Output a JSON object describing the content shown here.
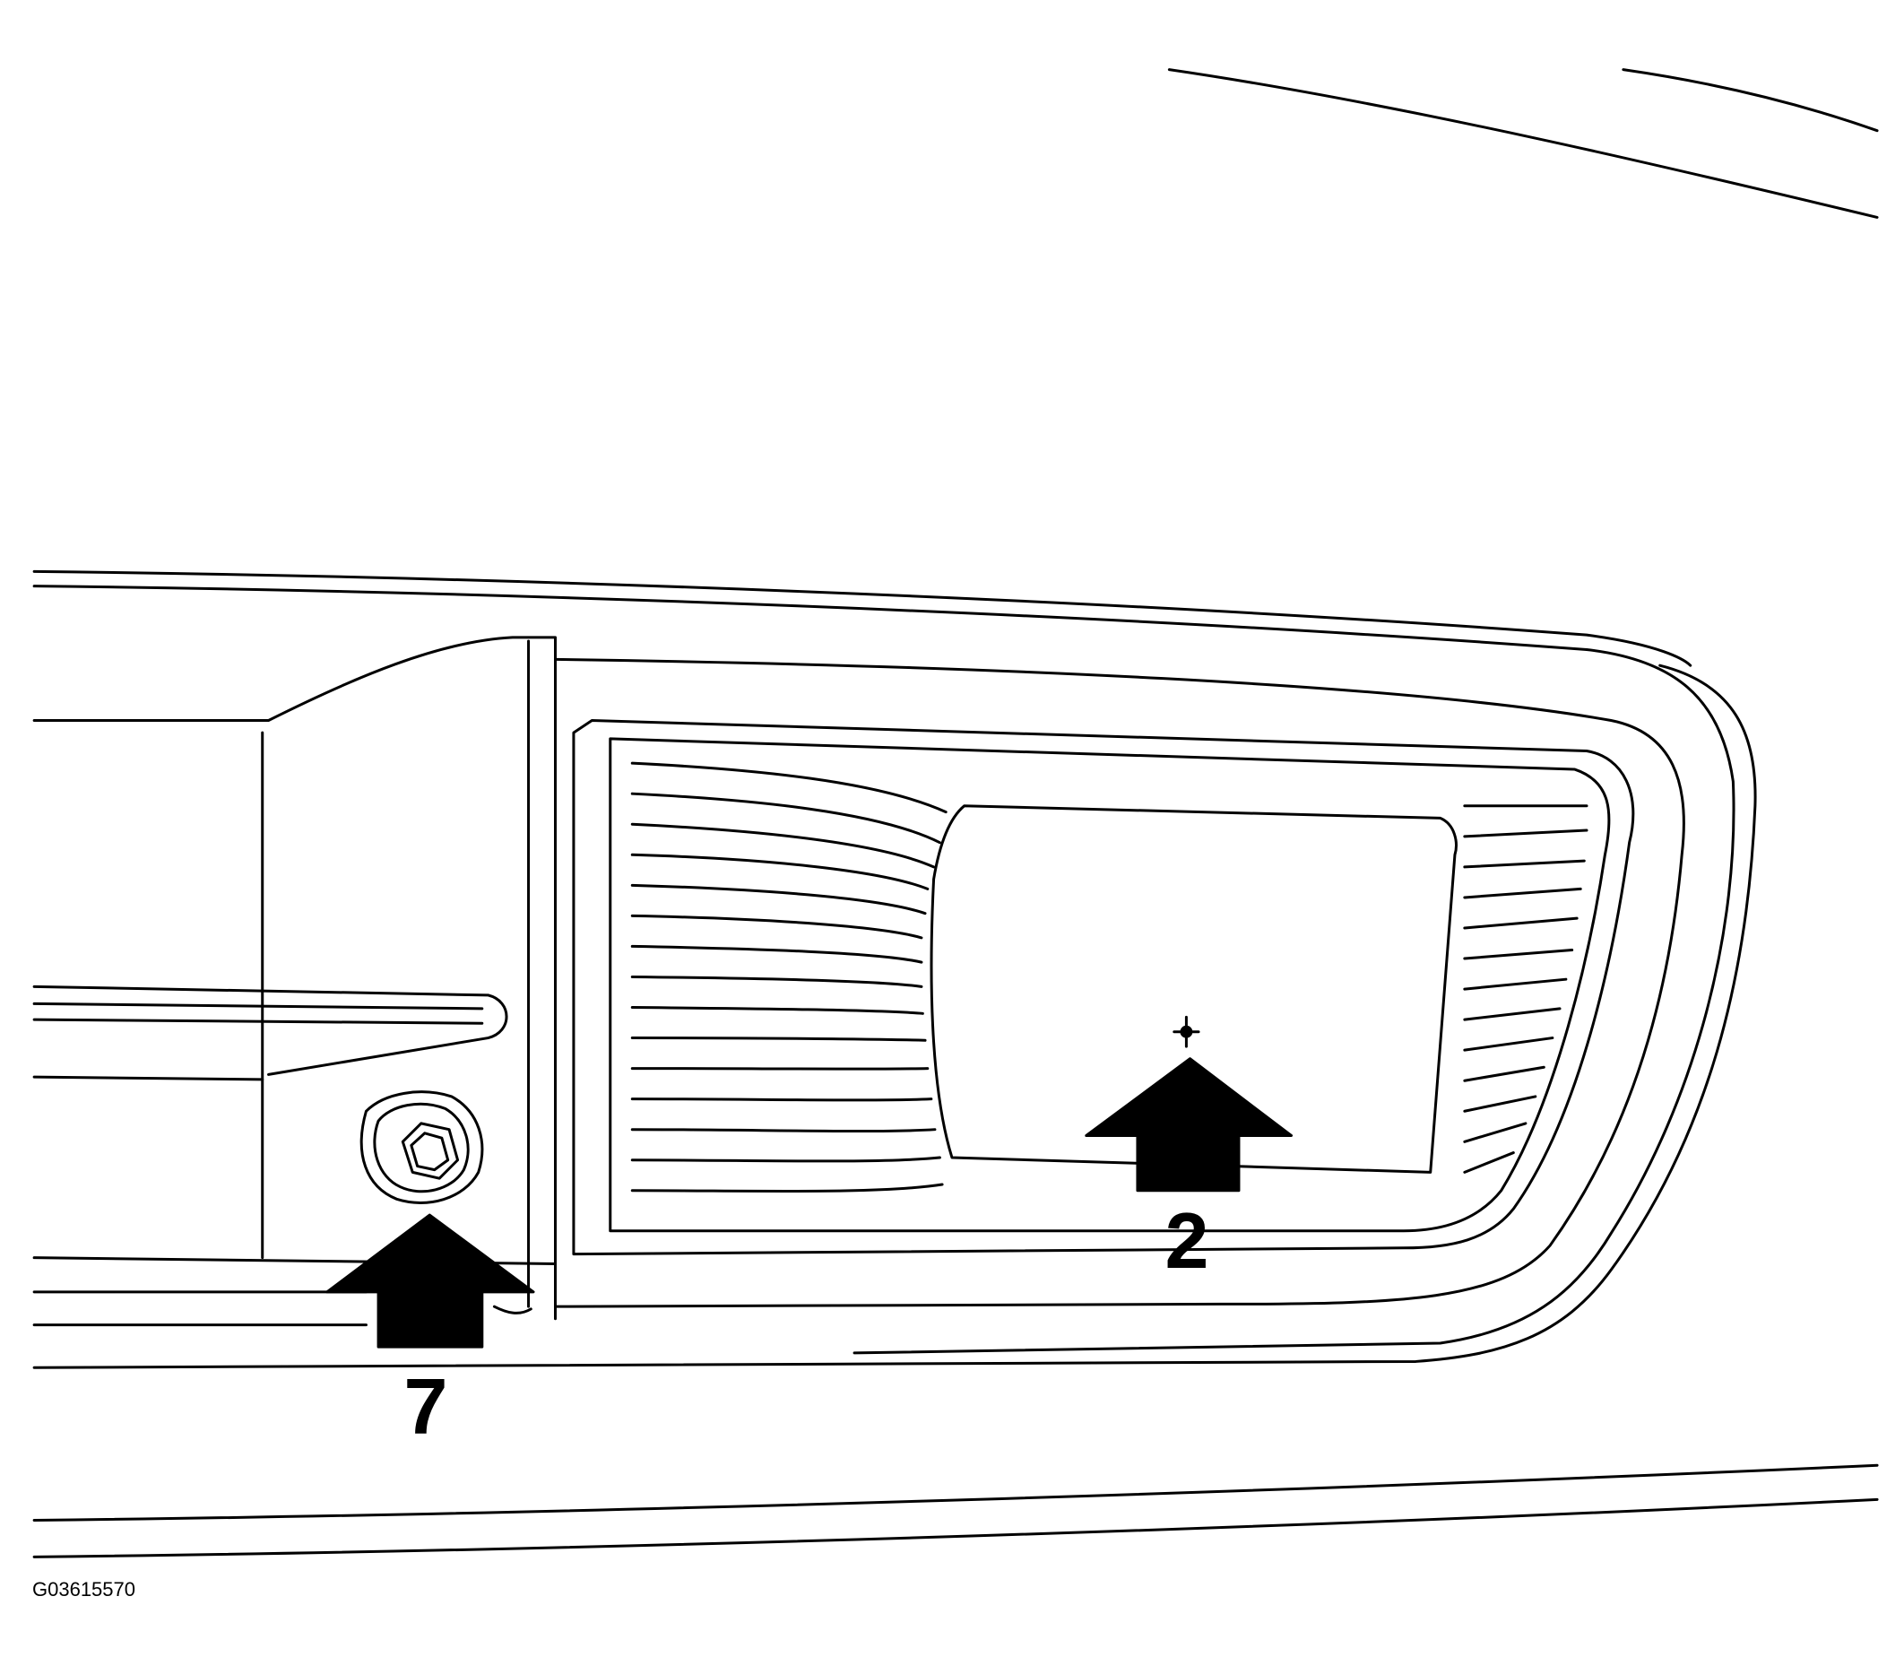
{
  "figure": {
    "id": "G03615570",
    "line_color": "#000000",
    "background": "#ffffff"
  },
  "callouts": [
    {
      "label": "2",
      "target": "fog-lamp-lens"
    },
    {
      "label": "7",
      "target": "mounting-bolt"
    }
  ]
}
